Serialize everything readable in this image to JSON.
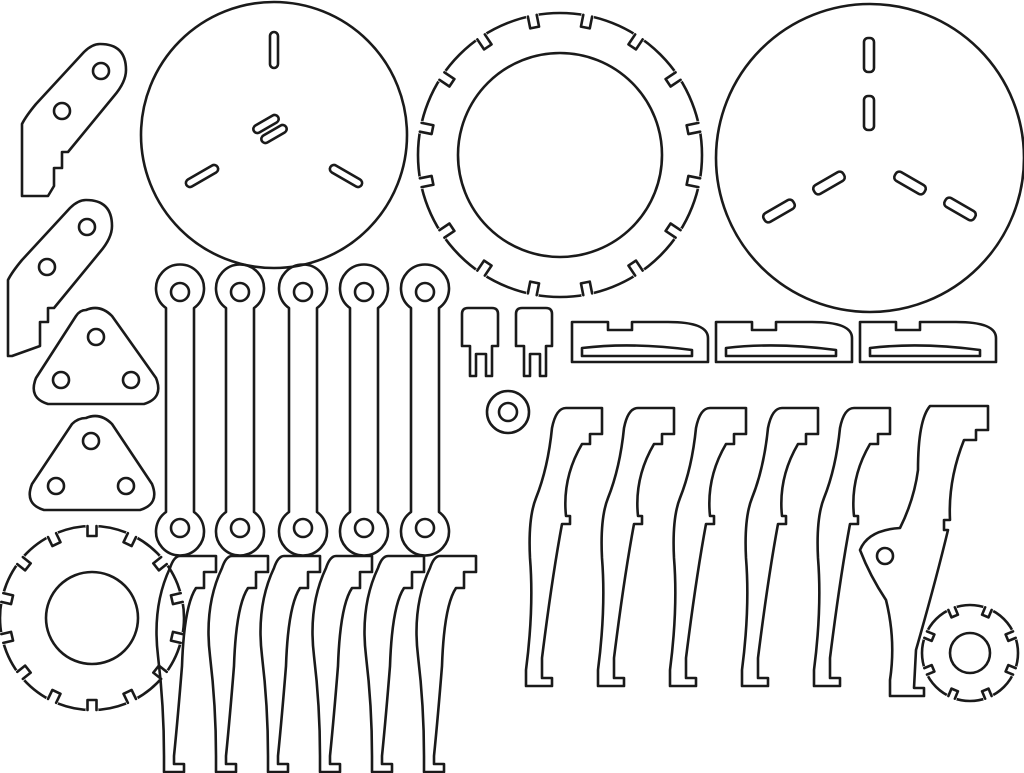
{
  "sheet": {
    "background_color": "#ffffff",
    "cut_line_color": "#1a1a1a"
  },
  "parts": {
    "large_plates": 2,
    "slotted_rings": 3,
    "arm_brackets": 2,
    "triangle_plates": 2,
    "straight_links": 5,
    "short_curved_legs": 6,
    "tall_curved_legs": 6,
    "tabbed_bars": 3,
    "small_pegs": 2,
    "washers": 1
  }
}
